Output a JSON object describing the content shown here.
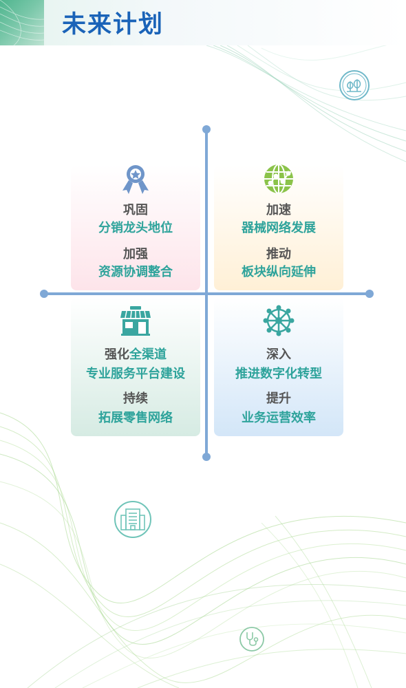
{
  "header": {
    "title": "未来计划"
  },
  "quadrants": [
    {
      "key": "tl",
      "line1": "巩固",
      "line2": "分销龙头地位",
      "line3": "加强",
      "line4": "资源协调整合",
      "icon": "award-ribbon-icon"
    },
    {
      "key": "tr",
      "line1": "加速",
      "line2": "器械网络发展",
      "line3": "推动",
      "line4": "板块纵向延伸",
      "icon": "globe-network-icon"
    },
    {
      "key": "bl",
      "line1_dark": "强化",
      "line1_green": "全渠道",
      "line2": "专业服务平台建设",
      "line3": "持续",
      "line4": "拓展零售网络",
      "icon": "storefront-icon"
    },
    {
      "key": "br",
      "line1": "深入",
      "line2": "推进数字化转型",
      "line3": "提升",
      "line4": "业务运营效率",
      "icon": "digital-hub-icon"
    }
  ],
  "decor_icons": [
    "plant-icon",
    "building-icon",
    "stethoscope-icon"
  ],
  "colors": {
    "title": "#1a63b8",
    "axis": "#7fa8d6",
    "green_text": "#2ea39b",
    "dark_text": "#555555",
    "tl_bg": "#fde4ea",
    "tr_bg": "#fff0d6",
    "bl_bg": "#d6ebe3",
    "br_bg": "#d3e6f8"
  }
}
